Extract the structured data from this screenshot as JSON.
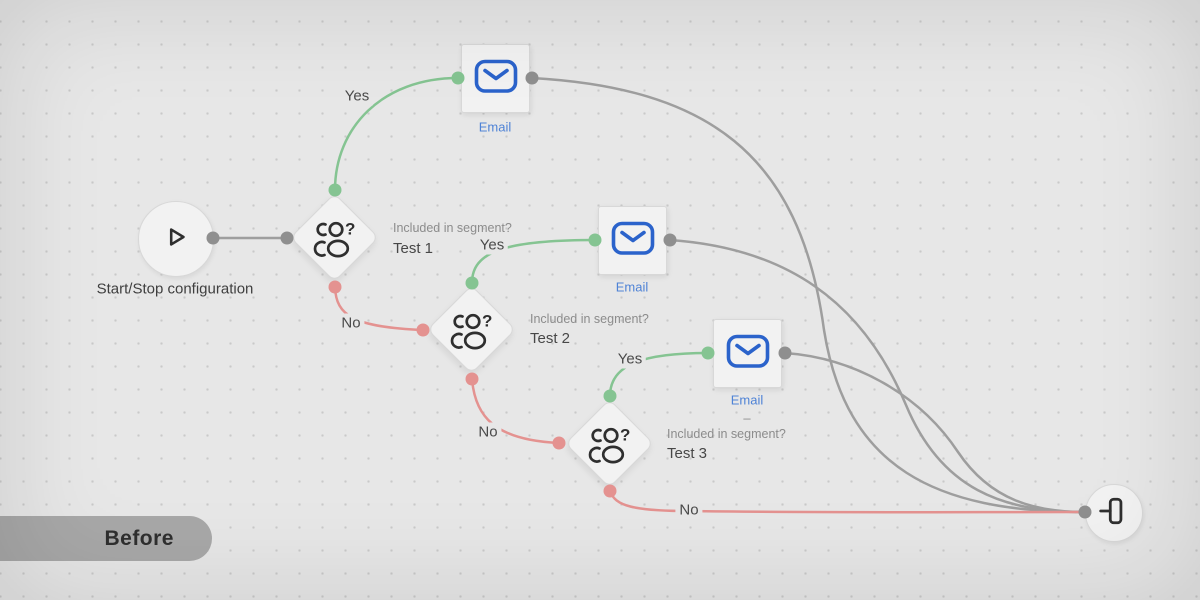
{
  "colors": {
    "background": "#e7e7e7",
    "grid_dot": "#c9c9c9",
    "yes_green": "#85c492",
    "no_red": "#e49290",
    "edge_gray": "#9e9e9e",
    "port_gray": "#8f8f8f",
    "node_fill": "#f2f2f2",
    "node_border": "#d8d8d8",
    "email_icon_blue": "#2b63cb",
    "email_label_blue": "#4f83d6",
    "icon_dark": "#2f2f2f",
    "text_dark": "#3f3f3f",
    "text_muted": "#8c8c8c",
    "badge_bg": "#a8a8a8",
    "badge_text": "#2f2f2f"
  },
  "badge": {
    "label": "Before"
  },
  "flow": {
    "nodes": [
      {
        "id": "start",
        "type": "start",
        "icon": "play-icon",
        "label": "Start/Stop configuration"
      },
      {
        "id": "decision1",
        "type": "condition",
        "icon": "segment-question-icon",
        "question": "Included in segment?",
        "name": "Test 1"
      },
      {
        "id": "email1",
        "type": "email",
        "icon": "envelope-icon",
        "label": "Email"
      },
      {
        "id": "decision2",
        "type": "condition",
        "icon": "segment-question-icon",
        "question": "Included in segment?",
        "name": "Test 2"
      },
      {
        "id": "email2",
        "type": "email",
        "icon": "envelope-icon",
        "label": "Email"
      },
      {
        "id": "decision3",
        "type": "condition",
        "icon": "segment-question-icon",
        "question": "Included in segment?",
        "name": "Test 3"
      },
      {
        "id": "email3",
        "type": "email",
        "icon": "envelope-icon",
        "label": "Email",
        "note": "–"
      },
      {
        "id": "end",
        "type": "end",
        "icon": "end-flag-icon"
      }
    ],
    "edges": [
      {
        "from": "start",
        "to": "decision1",
        "label": ""
      },
      {
        "from": "decision1",
        "to": "email1",
        "label": "Yes",
        "branch": "yes"
      },
      {
        "from": "decision1",
        "to": "decision2",
        "label": "No",
        "branch": "no"
      },
      {
        "from": "decision2",
        "to": "email2",
        "label": "Yes",
        "branch": "yes"
      },
      {
        "from": "decision2",
        "to": "decision3",
        "label": "No",
        "branch": "no"
      },
      {
        "from": "decision3",
        "to": "email3",
        "label": "Yes",
        "branch": "yes"
      },
      {
        "from": "decision3",
        "to": "end",
        "label": "No",
        "branch": "no"
      },
      {
        "from": "email1",
        "to": "end",
        "label": ""
      },
      {
        "from": "email2",
        "to": "end",
        "label": ""
      },
      {
        "from": "email3",
        "to": "end",
        "label": ""
      }
    ]
  }
}
